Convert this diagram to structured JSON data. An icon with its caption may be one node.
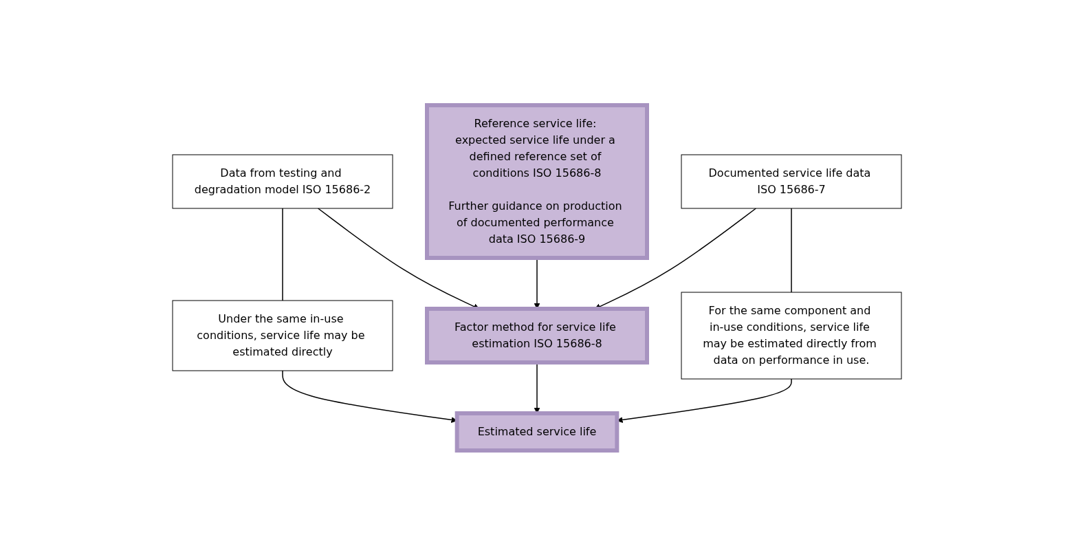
{
  "diagram": {
    "nodes": [
      {
        "text": [
          "Data from testing and degradation model ISO 15686-2"
        ]
      },
      {
        "text": [
          "Reference service life: expected service life under a defined reference set of conditions ISO 15686-8",
          "Further guidance on production of documented performance data ISO 15686-9"
        ]
      },
      {
        "text": [
          "Documented service life data ISO 15686-7"
        ]
      },
      {
        "text": [
          "Under the same in-use conditions, service life may be estimated directly"
        ]
      },
      {
        "text": [
          "Factor method for service life estimation ISO 15686-8"
        ]
      },
      {
        "text": [
          "For the same component and in-use conditions, service life may be estimated directly from data on performance in use."
        ]
      },
      {
        "text": [
          "Estimated service life"
        ]
      }
    ],
    "edges": [
      {
        "from": 0,
        "to": 3,
        "arrow": "none"
      },
      {
        "from": 0,
        "to": 4,
        "arrow": "to"
      },
      {
        "from": 1,
        "to": 4,
        "arrow": "to"
      },
      {
        "from": 2,
        "to": 4,
        "arrow": "to"
      },
      {
        "from": 2,
        "to": 5,
        "arrow": "none"
      },
      {
        "from": 3,
        "to": 6,
        "arrow": "to"
      },
      {
        "from": 4,
        "to": 6,
        "arrow": "to"
      },
      {
        "from": 5,
        "to": 6,
        "arrow": "to"
      }
    ]
  }
}
